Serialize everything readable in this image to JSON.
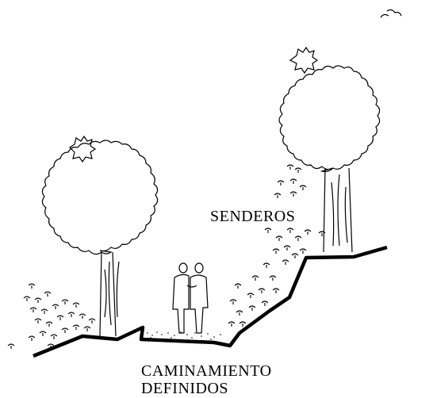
{
  "labels": {
    "senderos": "SENDEROS",
    "caminamiento_line1": "CAMINAMIENTO",
    "caminamiento_line2": "DEFINIDOS"
  },
  "colors": {
    "ink": "#000000",
    "paper": "#ffffff"
  },
  "icons": [
    "tree-canopy",
    "tree-trunk",
    "shrub-leaf",
    "people-figures",
    "ground-line"
  ]
}
